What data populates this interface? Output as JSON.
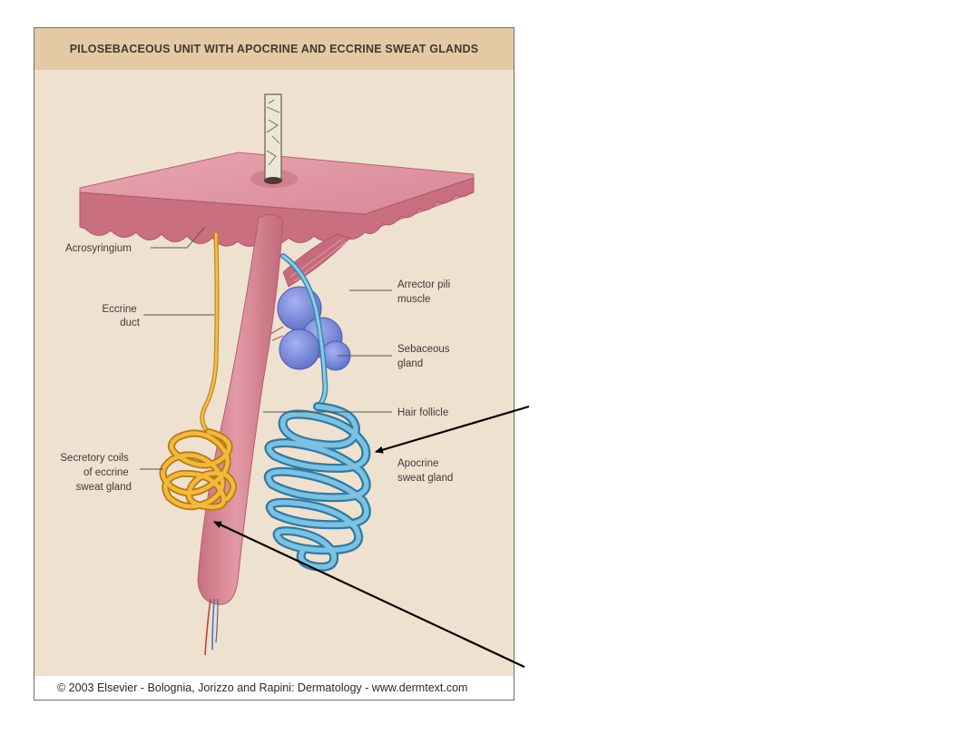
{
  "figure": {
    "title": "PILOSEBACEOUS UNIT WITH APOCRINE AND ECCRINE SWEAT GLANDS",
    "footer": "© 2003 Elsevier - Bolognia, Jorizzo and Rapini: Dermatology - www.dermtext.com"
  },
  "labels": {
    "acrosyringium": "Acrosyringium",
    "eccrine_duct": [
      "Eccrine",
      "duct"
    ],
    "arrector_pili": [
      "Arrector pili",
      "muscle"
    ],
    "sebaceous_gland": [
      "Sebaceous",
      "gland"
    ],
    "hair_follicle": "Hair follicle",
    "secretory_coils": [
      "Secretory coils",
      "of eccrine",
      "sweat gland"
    ],
    "apocrine_gland": [
      "Apocrine",
      "sweat gland"
    ]
  },
  "colors": {
    "skin": "#d98a98",
    "skin_dark": "#b9606f",
    "eccrine": "#e3a72f",
    "apocrine": "#69aed0",
    "sebaceous": "#7a89d8",
    "background": "#efe1cf",
    "title_bar": "#e4c9a4"
  }
}
